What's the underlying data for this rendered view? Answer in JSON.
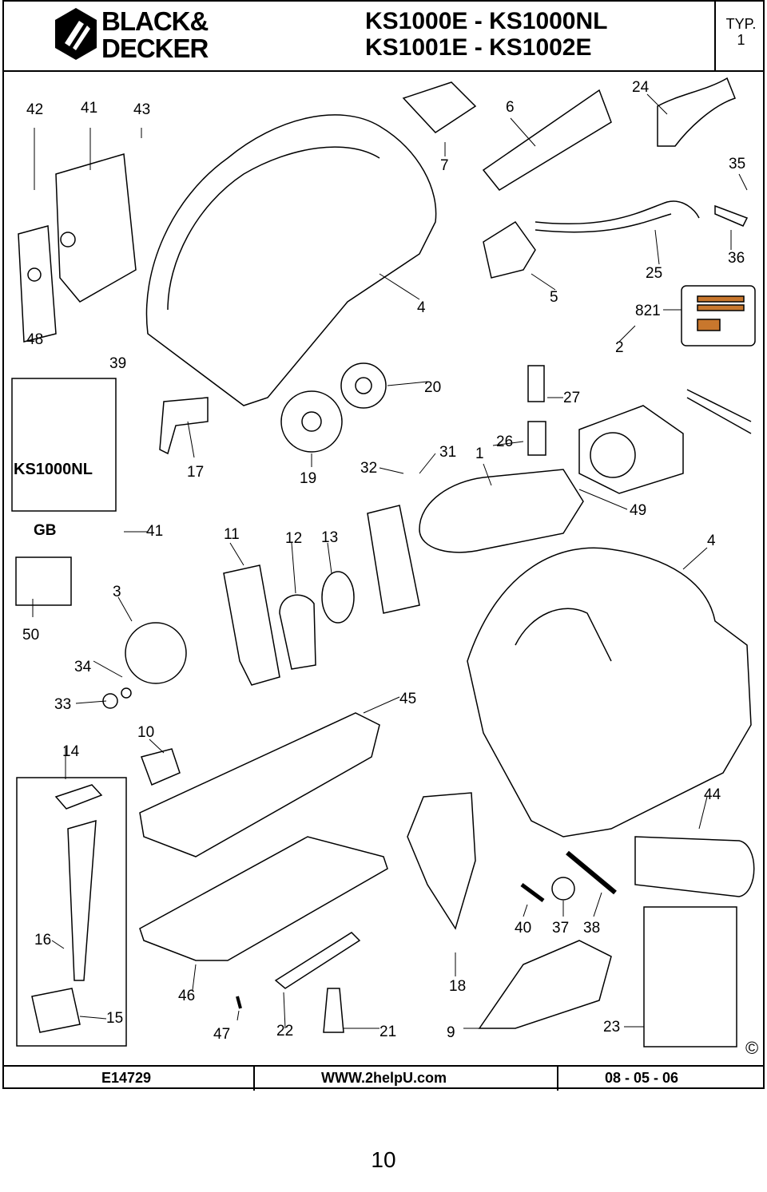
{
  "brand": {
    "line1": "BLACK&",
    "line2": "DECKER"
  },
  "title": {
    "line1": "KS1000E - KS1000NL",
    "line2": "KS1001E - KS1002E"
  },
  "type_label": {
    "line1": "TYP.",
    "line2": "1"
  },
  "variant_label": "KS1000NL",
  "region_label": "GB",
  "part_labels": [
    {
      "id": "42",
      "text": "42"
    },
    {
      "id": "41a",
      "text": "41"
    },
    {
      "id": "43",
      "text": "43"
    },
    {
      "id": "7",
      "text": "7"
    },
    {
      "id": "6",
      "text": "6"
    },
    {
      "id": "24",
      "text": "24"
    },
    {
      "id": "35",
      "text": "35"
    },
    {
      "id": "36",
      "text": "36"
    },
    {
      "id": "25",
      "text": "25"
    },
    {
      "id": "5",
      "text": "5"
    },
    {
      "id": "821",
      "text": "821"
    },
    {
      "id": "4a",
      "text": "4"
    },
    {
      "id": "48",
      "text": "48"
    },
    {
      "id": "39",
      "text": "39"
    },
    {
      "id": "2",
      "text": "2"
    },
    {
      "id": "20",
      "text": "20"
    },
    {
      "id": "27",
      "text": "27"
    },
    {
      "id": "17",
      "text": "17"
    },
    {
      "id": "19",
      "text": "19"
    },
    {
      "id": "32",
      "text": "32"
    },
    {
      "id": "31",
      "text": "31"
    },
    {
      "id": "1",
      "text": "1"
    },
    {
      "id": "26",
      "text": "26"
    },
    {
      "id": "49",
      "text": "49"
    },
    {
      "id": "41b",
      "text": "41"
    },
    {
      "id": "11",
      "text": "11"
    },
    {
      "id": "12",
      "text": "12"
    },
    {
      "id": "13",
      "text": "13"
    },
    {
      "id": "4b",
      "text": "4"
    },
    {
      "id": "3",
      "text": "3"
    },
    {
      "id": "50",
      "text": "50"
    },
    {
      "id": "34",
      "text": "34"
    },
    {
      "id": "33",
      "text": "33"
    },
    {
      "id": "45",
      "text": "45"
    },
    {
      "id": "10",
      "text": "10"
    },
    {
      "id": "14",
      "text": "14"
    },
    {
      "id": "44",
      "text": "44"
    },
    {
      "id": "40",
      "text": "40"
    },
    {
      "id": "37",
      "text": "37"
    },
    {
      "id": "38",
      "text": "38"
    },
    {
      "id": "16",
      "text": "16"
    },
    {
      "id": "18",
      "text": "18"
    },
    {
      "id": "46",
      "text": "46"
    },
    {
      "id": "15",
      "text": "15"
    },
    {
      "id": "47",
      "text": "47"
    },
    {
      "id": "22",
      "text": "22"
    },
    {
      "id": "21",
      "text": "21"
    },
    {
      "id": "9",
      "text": "9"
    },
    {
      "id": "23",
      "text": "23"
    }
  ],
  "copyright_symbol": "©",
  "footer": {
    "code": "E14729",
    "url": "WWW.2helpU.com",
    "date": "08 - 05 - 06"
  },
  "page_number": "10"
}
